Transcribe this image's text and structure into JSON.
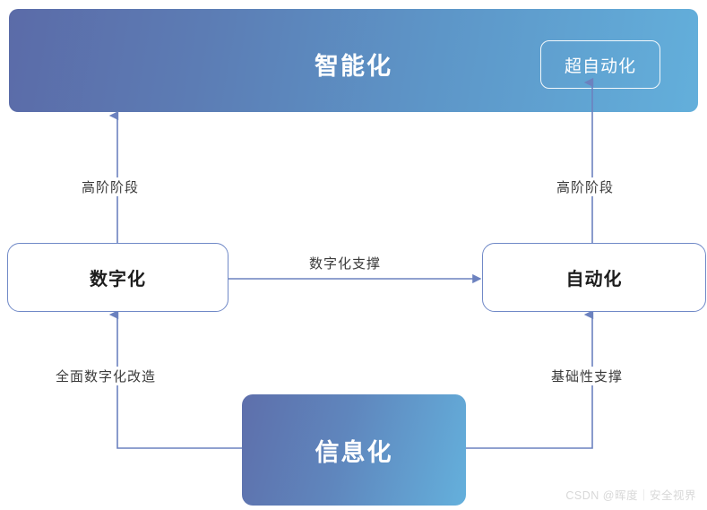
{
  "diagram": {
    "title_banner": {
      "label": "智能化",
      "chip_label": "超自动化",
      "gradient_from": "#5b6ba8",
      "gradient_to": "#63afdb"
    },
    "nodes": [
      {
        "id": "digital",
        "label": "数字化",
        "style": "outline",
        "border_color": "#7089c7",
        "text_color": "#1d1d1d"
      },
      {
        "id": "automation",
        "label": "自动化",
        "style": "outline",
        "border_color": "#7089c7",
        "text_color": "#1d1d1d"
      },
      {
        "id": "information",
        "label": "信息化",
        "style": "gradient",
        "gradient_from": "#5e6fab",
        "gradient_to": "#64b0dc",
        "text_color": "#ffffff"
      }
    ],
    "edges": [
      {
        "id": "digital-to-intelligent",
        "label": "高阶阶段",
        "from": "数字化",
        "to": "智能化",
        "direction": "up"
      },
      {
        "id": "automation-to-hyperautomation",
        "label": "高阶阶段",
        "from": "自动化",
        "to": "超自动化",
        "direction": "up"
      },
      {
        "id": "digital-to-automation",
        "label": "数字化支撑",
        "from": "数字化",
        "to": "自动化",
        "direction": "right"
      },
      {
        "id": "information-to-digital",
        "label": "全面数字化改造",
        "from": "信息化",
        "to": "数字化",
        "direction": "up"
      },
      {
        "id": "information-to-automation",
        "label": "基础性支撑",
        "from": "信息化",
        "to": "自动化",
        "direction": "up"
      }
    ],
    "connector_color": "#6c82bf",
    "watermark": "CSDN @晖度｜安全视界"
  }
}
